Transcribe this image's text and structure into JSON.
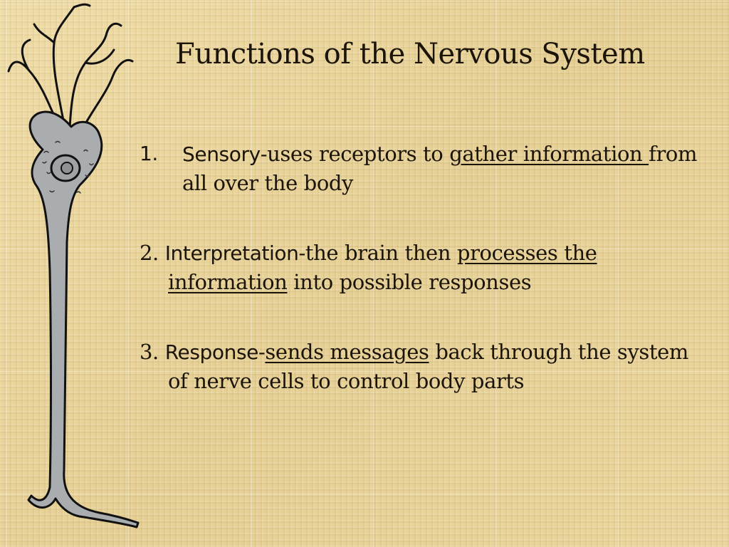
{
  "slide": {
    "title": "Functions of the Nervous System",
    "items": [
      {
        "number": "1.",
        "term": "Sensory",
        "dash": "-",
        "text_a": "uses receptors to ",
        "underlined": "gather information ",
        "text_b": "from all over the body"
      },
      {
        "number": "2.",
        "term": "Interpretation",
        "dash": "-",
        "text_a": "the brain then ",
        "underlined": "processes the information",
        "text_b": " into possible responses"
      },
      {
        "number": "3.",
        "term": "Response",
        "dash": "-",
        "text_a": "",
        "underlined": "sends messages",
        "text_b": " back through the system of nerve cells to control body parts"
      }
    ]
  },
  "colors": {
    "background": "#e9d59c",
    "text": "#1b1408",
    "neuron_fill": "#a9adb0",
    "neuron_outline": "#111111"
  },
  "icons": {
    "illustration": "neuron-illustration"
  }
}
